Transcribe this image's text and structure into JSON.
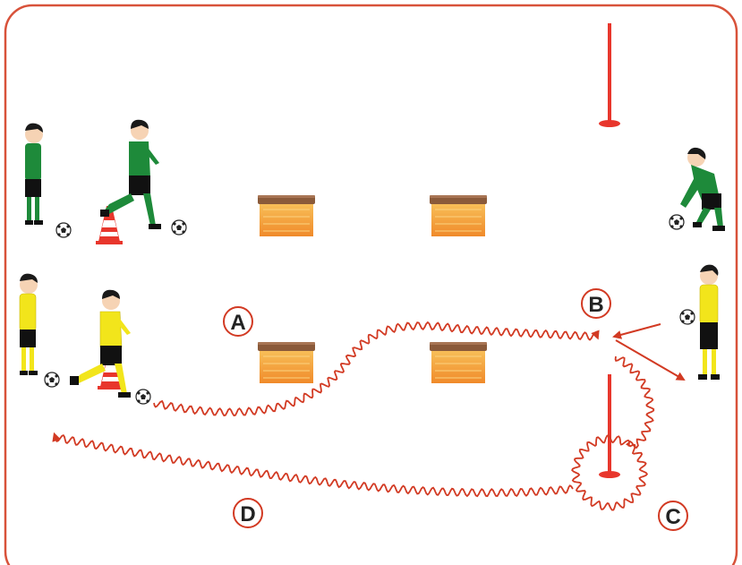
{
  "colors": {
    "field_border": "#d8523a",
    "path": "#d23a23",
    "team_green_shirt": "#1e8a3a",
    "team_yellow_shirt": "#f2e51b",
    "shorts": "#111111",
    "skin": "#f6d3b4",
    "hair": "#1a1a1a",
    "pole": "#e8362c",
    "hurdle_top": "#8a5a3a",
    "hurdle_body": "#f4a640"
  },
  "labels": {
    "a": "A",
    "b": "B",
    "c": "C",
    "d": "D"
  },
  "icons": [
    "player-icon",
    "ball-icon",
    "cone-icon",
    "hurdle-icon",
    "pole-icon"
  ]
}
